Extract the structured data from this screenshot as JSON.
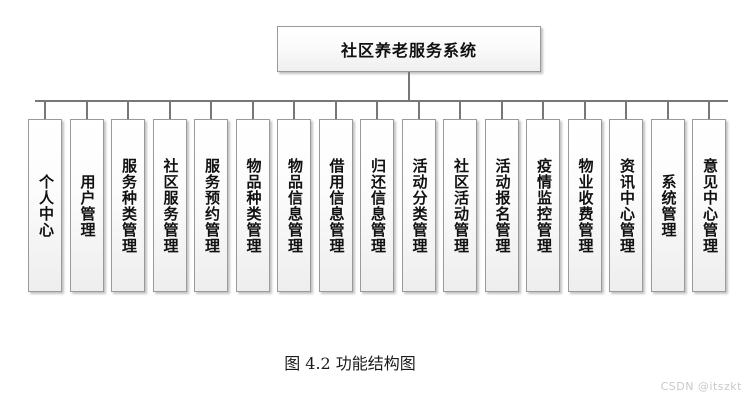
{
  "diagram": {
    "type": "tree-organization-chart",
    "root": {
      "label": "社区养老服务系统"
    },
    "leaves": [
      {
        "label": "个人中心"
      },
      {
        "label": "用户管理"
      },
      {
        "label": "服务种类管理"
      },
      {
        "label": "社区服务管理"
      },
      {
        "label": "服务预约管理"
      },
      {
        "label": "物品种类管理"
      },
      {
        "label": "物品信息管理"
      },
      {
        "label": "借用信息管理"
      },
      {
        "label": "归还信息管理"
      },
      {
        "label": "活动分类管理"
      },
      {
        "label": "社区活动管理"
      },
      {
        "label": "活动报名管理"
      },
      {
        "label": "疫情监控管理"
      },
      {
        "label": "物业收费管理"
      },
      {
        "label": "资讯中心管理"
      },
      {
        "label": "系统管理"
      },
      {
        "label": "意见中心管理"
      }
    ]
  },
  "caption": {
    "text": "图 4.2  功能结构图"
  },
  "watermark": {
    "text": "CSDN @itszkt"
  },
  "colors": {
    "box_border": "#9a9a9a",
    "box_fill_top": "#ffffff",
    "box_fill_bottom": "#eeeeee",
    "connector": "#777777",
    "text": "#111111",
    "watermark": "#c9c9c9",
    "background": "#ffffff"
  }
}
